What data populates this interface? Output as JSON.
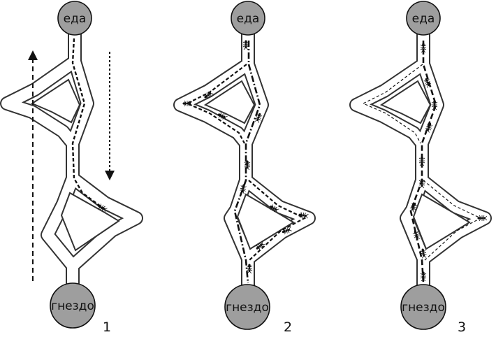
{
  "diagram": {
    "node_food_label": "еда",
    "node_nest_label": "гнездо",
    "node_fill": "#9e9e9e",
    "path_stroke": "#333333",
    "trail_color": "#111111",
    "panels": [
      {
        "number": "1"
      },
      {
        "number": "2"
      },
      {
        "number": "3"
      }
    ]
  }
}
